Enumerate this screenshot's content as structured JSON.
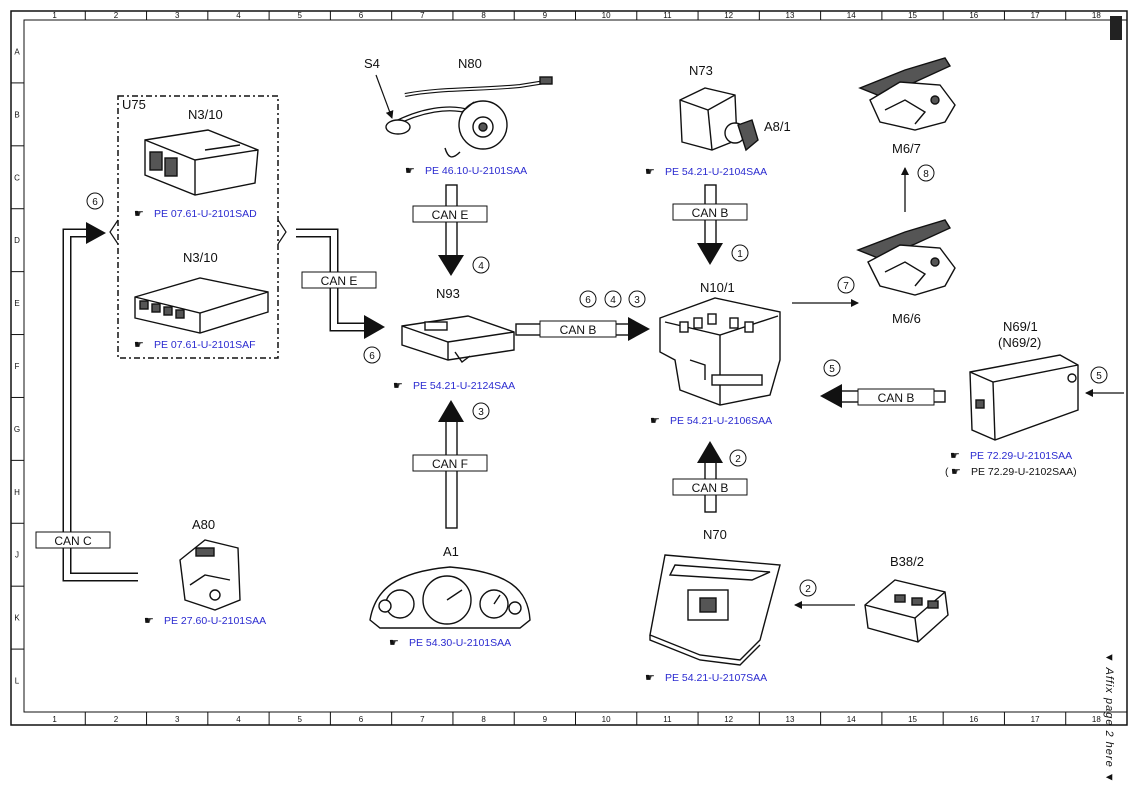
{
  "grid": {
    "columns": [
      "1",
      "2",
      "3",
      "4",
      "5",
      "6",
      "7",
      "8",
      "9",
      "10",
      "11",
      "12",
      "13",
      "14",
      "15",
      "16",
      "17",
      "18"
    ],
    "rows": [
      "A",
      "B",
      "C",
      "D",
      "E",
      "F",
      "G",
      "H",
      "J",
      "K",
      "L"
    ]
  },
  "components": {
    "u75": "U75",
    "n3_10_top": "N3/10",
    "n3_10_bottom": "N3/10",
    "s4": "S4",
    "n80": "N80",
    "n73": "N73",
    "a8_1": "A8/1",
    "m6_7": "M6/7",
    "n93": "N93",
    "n10_1": "N10/1",
    "m6_6": "M6/6",
    "n69_1": "N69/1",
    "n69_2": "(N69/2)",
    "a80": "A80",
    "a1": "A1",
    "n70": "N70",
    "b38_2": "B38/2"
  },
  "refs": {
    "n3_10_top": "PE 07.61-U-2101SAD",
    "n3_10_bottom": "PE 07.61-U-2101SAF",
    "n80": "PE 46.10-U-2101SAA",
    "n73": "PE 54.21-U-2104SAA",
    "n93": "PE 54.21-U-2124SAA",
    "n10_1": "PE 54.21-U-2106SAA",
    "n69_1": "PE 72.29-U-2101SAA",
    "n69_2_open": "(",
    "n69_2": "PE 72.29-U-2102SAA)",
    "a80": "PE 27.60-U-2101SAA",
    "a1": "PE 54.30-U-2101SAA",
    "n70": "PE 54.21-U-2107SAA"
  },
  "buses": {
    "can_e_left": "CAN E",
    "can_e_top": "CAN E",
    "can_b_top": "CAN B",
    "can_b_middle": "CAN B",
    "can_b_right": "CAN B",
    "can_b_bottom": "CAN B",
    "can_f": "CAN F",
    "can_c": "CAN C"
  },
  "step_numbers": {
    "s6_left": "6",
    "s6_n93": "6",
    "s4_n93": "4",
    "s3_n93": "3",
    "s1_n10": "1",
    "s8": "8",
    "s7": "7",
    "s5_left": "5",
    "s5_right": "5",
    "s2_n10": "2",
    "s2_b38": "2",
    "s6_bus": "6",
    "s4_bus": "4",
    "s3_bus": "3"
  },
  "side_note": "▼ Affix page 2 here ▼"
}
